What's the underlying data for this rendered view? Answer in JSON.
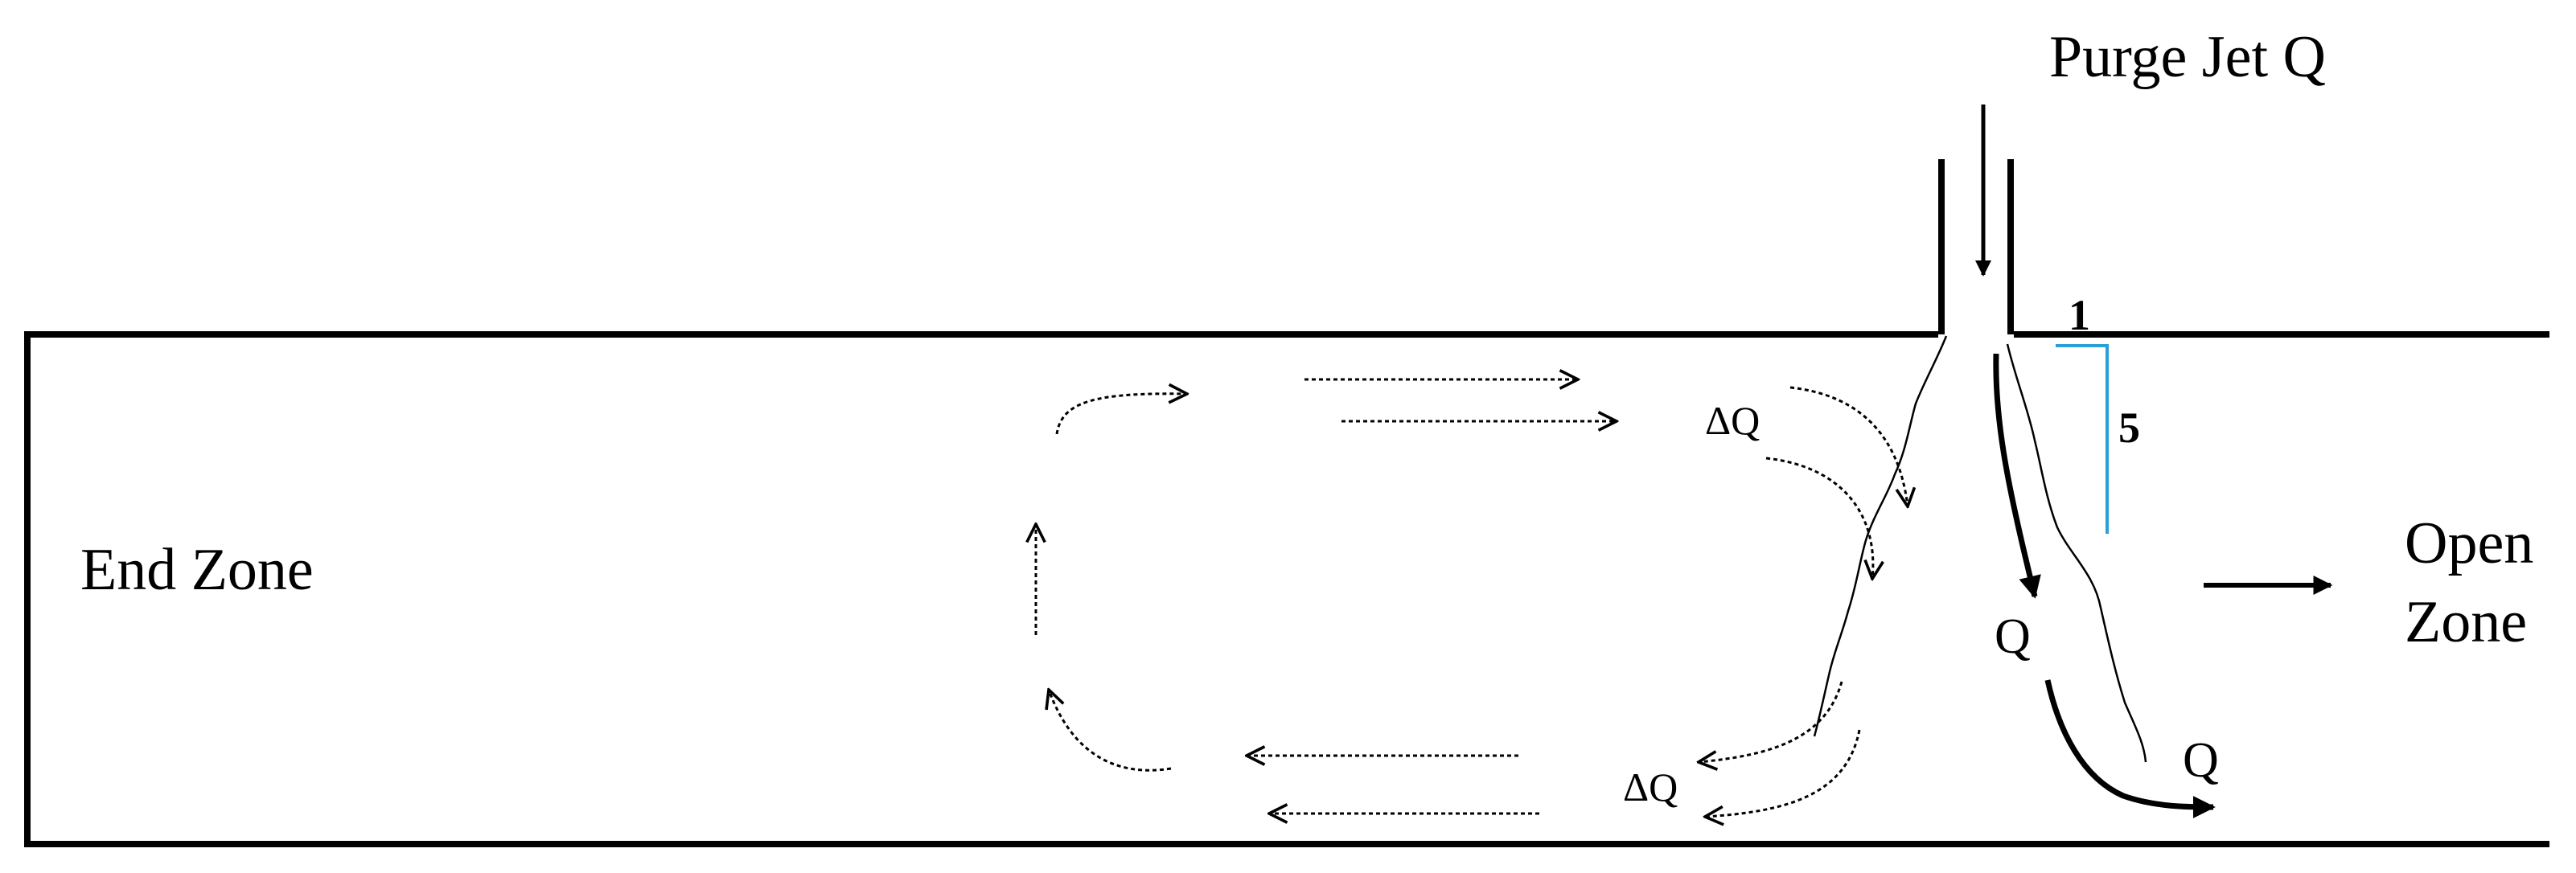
{
  "labels": {
    "purge_jet": "Purge Jet Q",
    "end_zone": "End Zone",
    "open_zone_line1": "Open",
    "open_zone_line2": "Zone",
    "q_jet": "Q",
    "q_outlet": "Q",
    "delta_q_top": "ΔQ",
    "delta_q_bottom": "ΔQ",
    "slope_run": "1",
    "slope_rise": "5"
  },
  "colors": {
    "line": "#000000",
    "slope_indicator": "#2a9fd6",
    "background": "#ffffff"
  }
}
